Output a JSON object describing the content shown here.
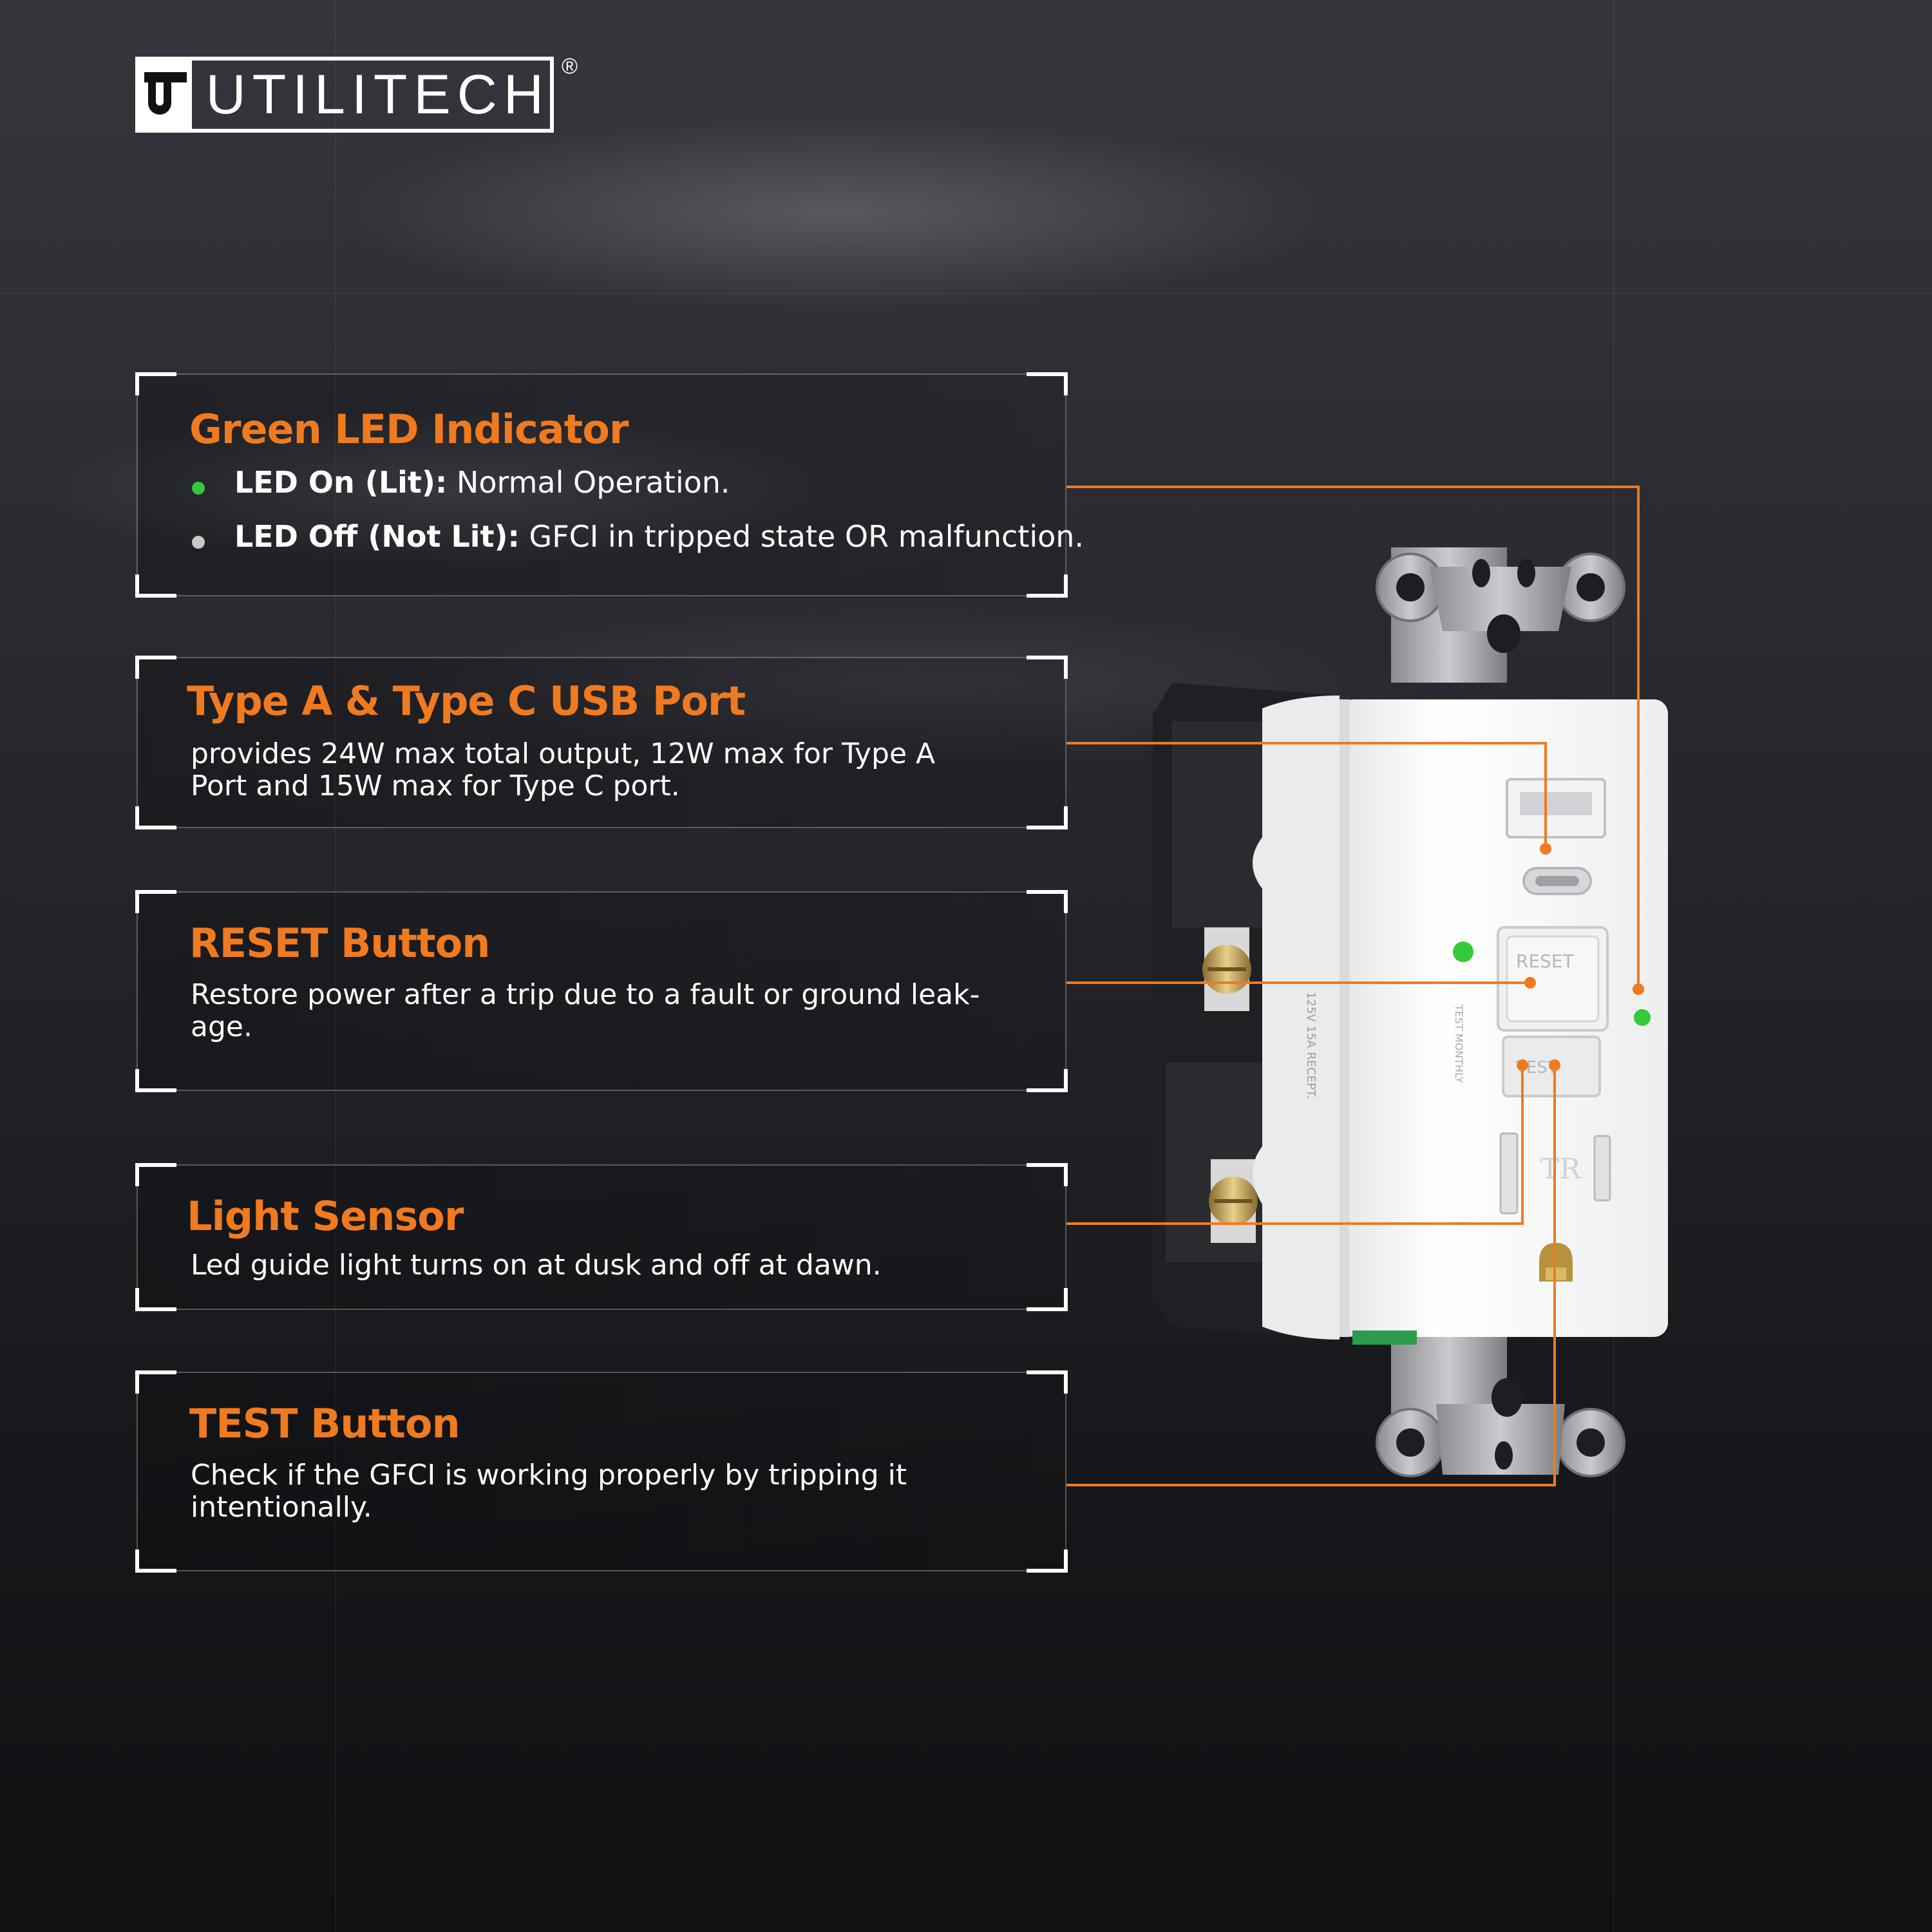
{
  "brand": {
    "name": "UTILITECH",
    "mark": "U",
    "registered": "®"
  },
  "colors": {
    "accent": "#f07a1f",
    "led_green": "#34c93a",
    "led_off": "#c9c9c9",
    "text": "#ffffff"
  },
  "features": [
    {
      "title": "Green LED Indicator",
      "bullets": [
        {
          "label": "LED On (Lit):",
          "text": " Normal Operation.",
          "color": "#34c93a"
        },
        {
          "label": "LED Off (Not Lit):",
          "text": " GFCI in tripped state OR malfunction.",
          "color": "#c9c9c9"
        }
      ]
    },
    {
      "title": "Type A & Type C USB Port",
      "description": "provides 24W max total output, 12W max for Type A Port and 15W max for Type C port."
    },
    {
      "title": "RESET Button",
      "description": "Restore power after a trip due to a fault or ground leak-age."
    },
    {
      "title": "Light Sensor",
      "description": "Led guide light turns on at dusk and off at dawn."
    },
    {
      "title": "TEST Button",
      "description": "Check if the GFCI is working properly by tripping it intentionally."
    }
  ],
  "product": {
    "reset_label": "RESET",
    "test_label": "TEST",
    "side_text": "125V 15A RECEPT.",
    "test_monthly": "TEST MONTHLY",
    "tr_mark": "TR"
  }
}
